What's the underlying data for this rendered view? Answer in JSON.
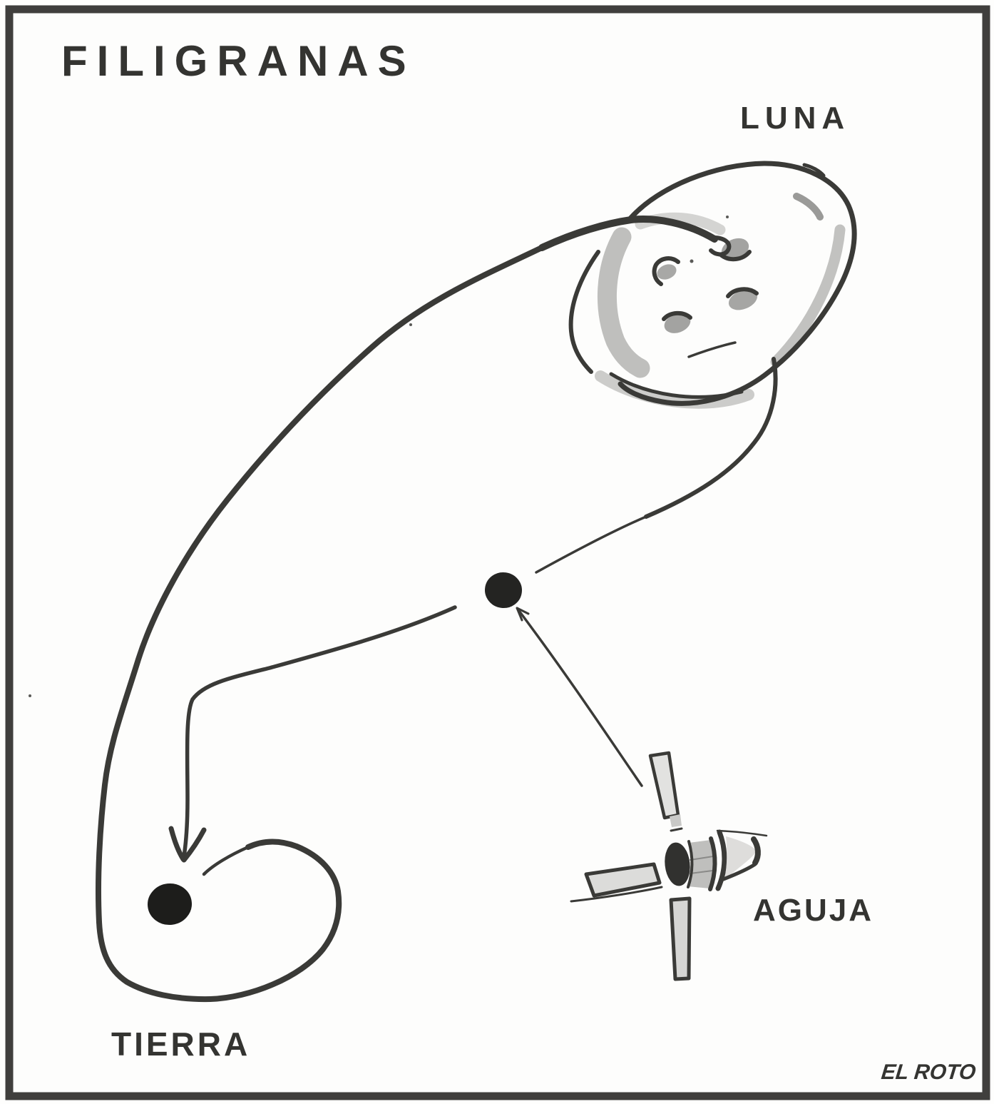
{
  "cartoon": {
    "title": "FILIGRANAS",
    "labels": {
      "moon": "LUNA",
      "needle": "AGUJA",
      "earth": "TIERRA"
    },
    "signature": "EL ROTO",
    "scene": "Ink cartoon: the Moon drawn as a sewing button, a thread looping down to a dot labelled Earth, and a satellite drawn as a threading needle pointing at a knot",
    "colors": {
      "ink": "#3a3a37",
      "wash_light": "#c9c9c7",
      "wash_mid": "#b4b4b2",
      "paper": "#fdfdfc",
      "frame": "#403f3d"
    }
  }
}
